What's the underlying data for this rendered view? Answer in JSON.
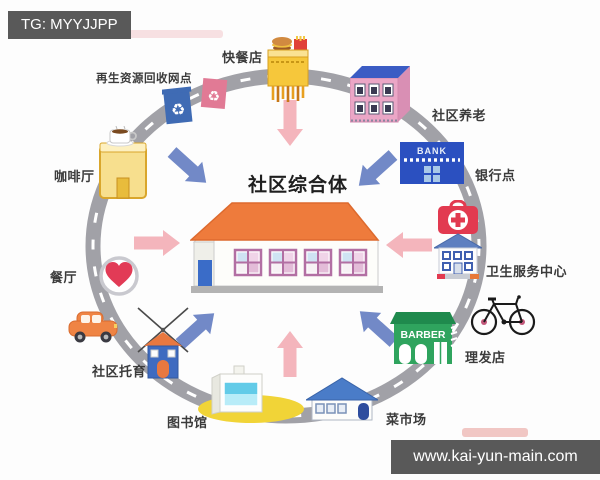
{
  "badges": {
    "tg": "TG: MYYJJPP",
    "website": "www.kai-yun-main.com"
  },
  "center": {
    "title": "社区综合体"
  },
  "nodes": {
    "fast_food": {
      "label": "快餐店"
    },
    "recycling": {
      "label": "再生资源回收网点"
    },
    "coffee": {
      "label": "咖啡厅"
    },
    "restaurant": {
      "label": "餐厅"
    },
    "childcare": {
      "label": "社区托育"
    },
    "library": {
      "label": "图书馆"
    },
    "market": {
      "label": "菜市场"
    },
    "barber": {
      "label": "理发店",
      "sign": "BARBER"
    },
    "health": {
      "label": "卫生服务中心"
    },
    "bank": {
      "label": "银行点",
      "sign": "BANK"
    },
    "elderly": {
      "label": "社区养老"
    }
  },
  "icons": {
    "recycle_glyph": "♻"
  },
  "colors": {
    "road": "#a1a1a7",
    "arrow_blue": "#7289c7",
    "arrow_pink": "#f4b5bc",
    "roof_orange": "#ee7b3c",
    "banner": "#595959"
  }
}
